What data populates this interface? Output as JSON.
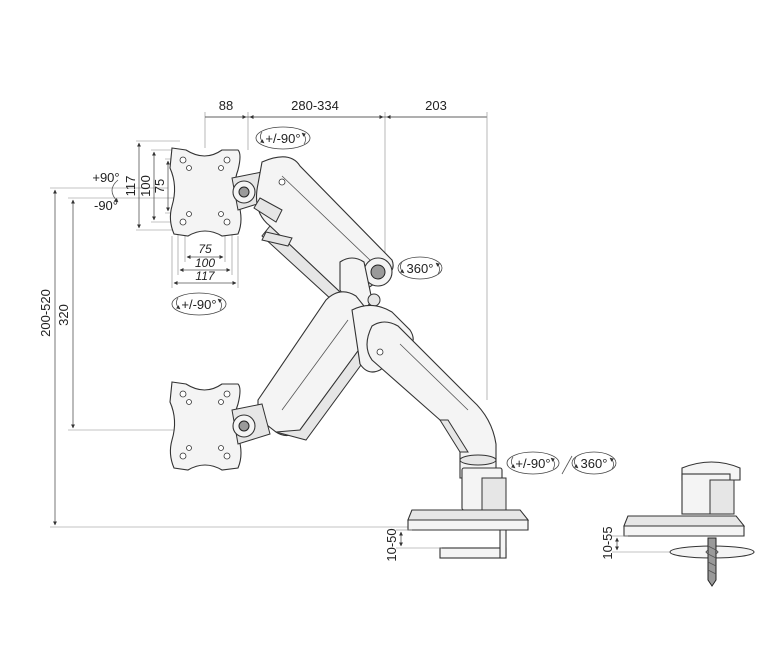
{
  "dimensions": {
    "top_88": "88",
    "top_280_334": "280-334",
    "top_203": "203",
    "height_200_520": "200-520",
    "height_320": "320",
    "vesa_v_117": "117",
    "vesa_v_100": "100",
    "vesa_v_75": "75",
    "vesa_h_75": "75",
    "vesa_h_100": "100",
    "vesa_h_117": "117",
    "clamp_10_50": "10-50",
    "grommet_10_55": "10-55"
  },
  "rotations": {
    "top_tilt": "+/-90°",
    "rotate_plus90": "+90°",
    "rotate_minus90": "-90°",
    "vesa_rotate": "+/-90°",
    "elbow_360": "360°",
    "base_tilt": "+/-90°",
    "base_360": "360°"
  },
  "colors": {
    "line": "#333333",
    "fill": "#f4f4f4"
  }
}
